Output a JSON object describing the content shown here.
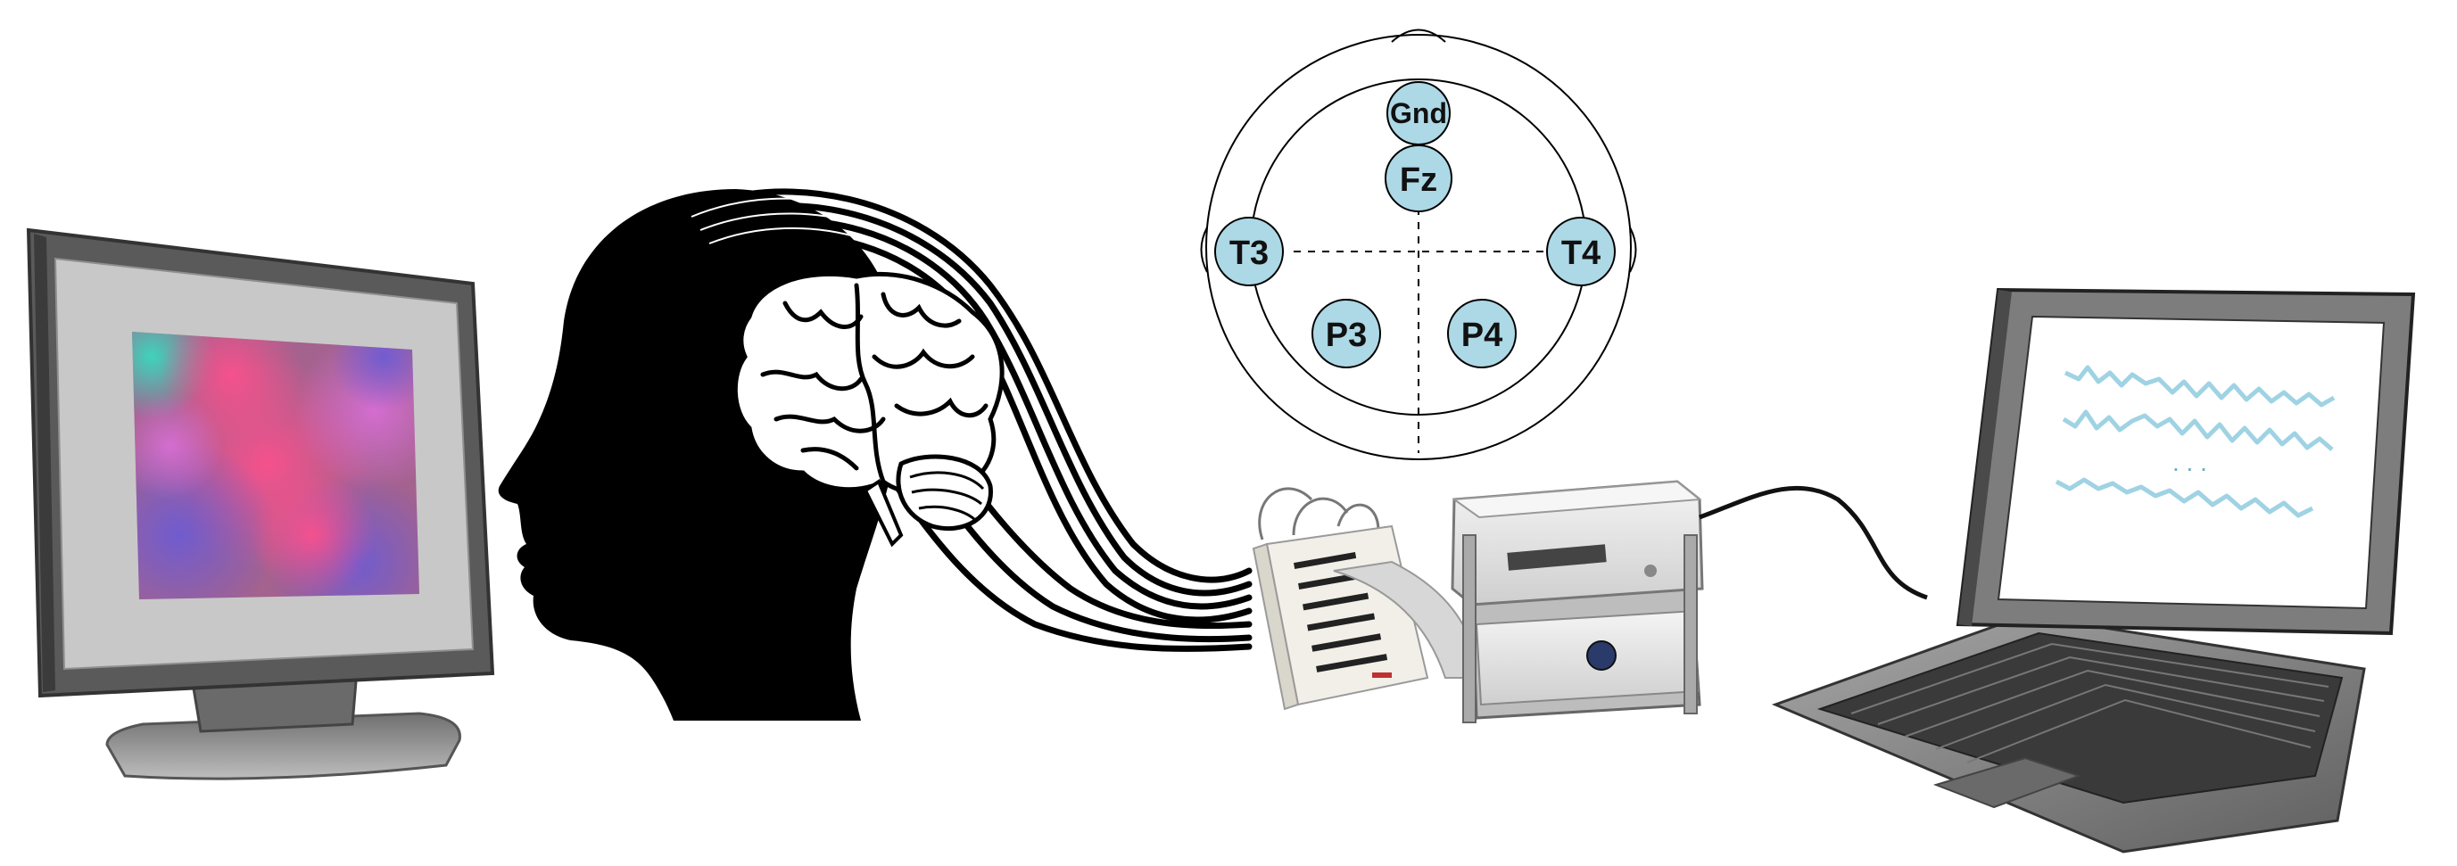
{
  "electrode_montage": {
    "electrodes": [
      {
        "id": "gnd",
        "label": "Gnd"
      },
      {
        "id": "fz",
        "label": "Fz"
      },
      {
        "id": "t3",
        "label": "T3"
      },
      {
        "id": "t4",
        "label": "T4"
      },
      {
        "id": "p3",
        "label": "P3"
      },
      {
        "id": "p4",
        "label": "P4"
      }
    ]
  },
  "laptop": {
    "signal_ellipsis": ". . ."
  },
  "colors": {
    "electrode_fill": "#add8e6",
    "eeg_trace": "#9fd3e3",
    "head_silhouette": "#000000",
    "monitor_bezel": "#5a5a5a",
    "monitor_screen": "#c8c8c8",
    "laptop_body": "#8a8a8a",
    "amplifier_body": "#e2e2e2"
  },
  "icons": [
    "desktop-monitor-icon",
    "head-with-brain-icon",
    "electrode-map-icon",
    "electrode-adapter-icon",
    "eeg-amplifier-icon",
    "laptop-icon"
  ]
}
